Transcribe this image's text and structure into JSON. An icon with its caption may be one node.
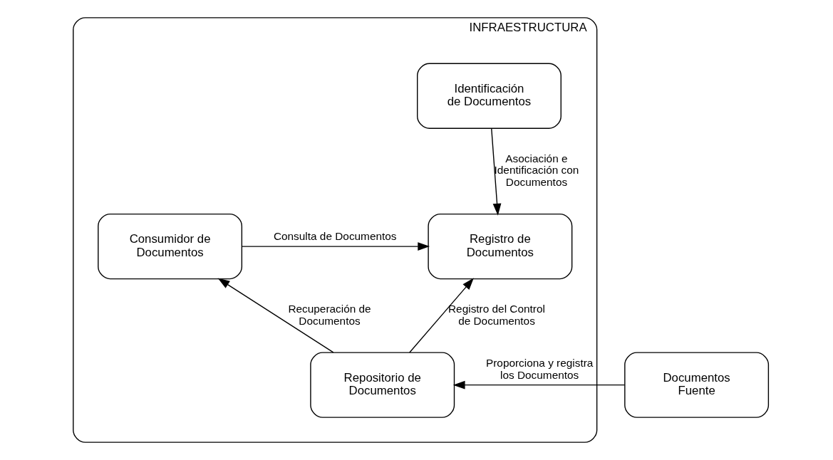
{
  "diagram": {
    "nodes": [
      {
        "text": [
          "INFRAESTRUCTURA"
        ]
      },
      {
        "text": [
          "Identificación de Documentos"
        ],
        "in": 0
      },
      {
        "text": [
          "Registro de Documentos"
        ],
        "in": 0
      },
      {
        "text": [
          "Consumidor de Documentos"
        ],
        "in": 0
      },
      {
        "text": [
          "Documentos Fuente"
        ]
      },
      {
        "text": [
          "Repositorio de Documentos"
        ],
        "in": 0
      }
    ],
    "edges": [
      {
        "from": 1,
        "to": 2,
        "arrow": "to",
        "label": "Asociación e Identificación con Documentos"
      },
      {
        "from": 3,
        "to": 2,
        "arrow": "to",
        "label": "Consulta de Documentos"
      },
      {
        "from": 5,
        "to": 2,
        "arrow": "to",
        "label": "Registro del Control de Documentos"
      },
      {
        "from": 4,
        "to": 5,
        "arrow": "to",
        "label": "Proporciona y registra los Documentos"
      },
      {
        "from": 5,
        "to": 3,
        "arrow": "to",
        "label": "Recuperación de Documentos"
      }
    ]
  }
}
